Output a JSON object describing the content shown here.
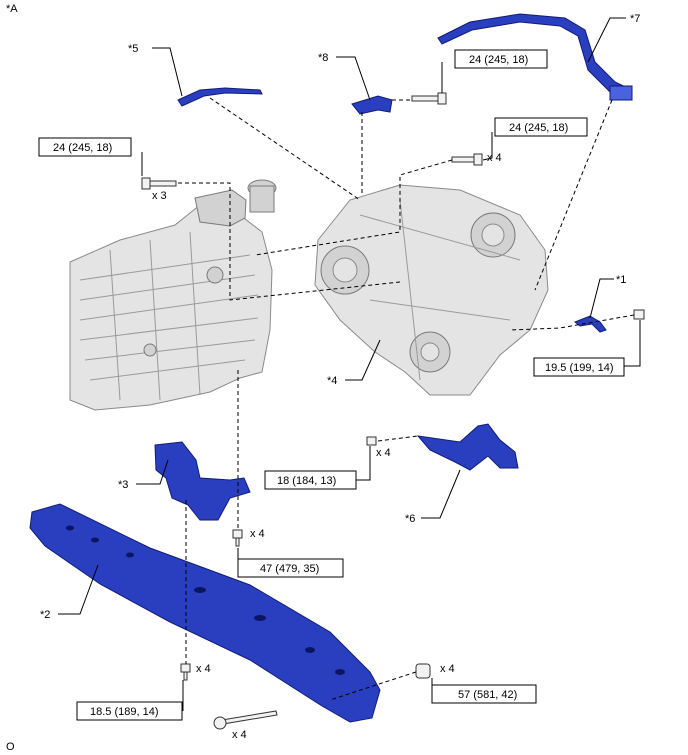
{
  "figure": {
    "view_label": "*A",
    "footer_mark": "O"
  },
  "callouts": {
    "c1": "*1",
    "c2": "*2",
    "c3": "*3",
    "c4": "*4",
    "c5": "*5",
    "c6": "*6",
    "c7": "*7",
    "c8": "*8"
  },
  "torques": {
    "t_top_right": "24 (245, 18)",
    "t_mid_right": "24 (245, 18)",
    "t_left": "24 (245, 18)",
    "t_right_1": "19.5 (199, 14)",
    "t_bracket_6": "18 (184, 13)",
    "t_mount_3": "47 (479, 35)",
    "t_cross_bottom": "18.5 (189, 14)",
    "t_cross_nut": "57 (581, 42)"
  },
  "quantities": {
    "q_mid_right": "x 4",
    "q_left": "x 3",
    "q_bracket_6": "x 4",
    "q_mount_3": "x 4",
    "q_cross_bottom": "x 4",
    "q_cross_nut": "x 4",
    "q_long_bolt": "x 4"
  },
  "colors": {
    "part_blue": "#2a3fbf",
    "casting_gray": "#e4e4e4"
  }
}
